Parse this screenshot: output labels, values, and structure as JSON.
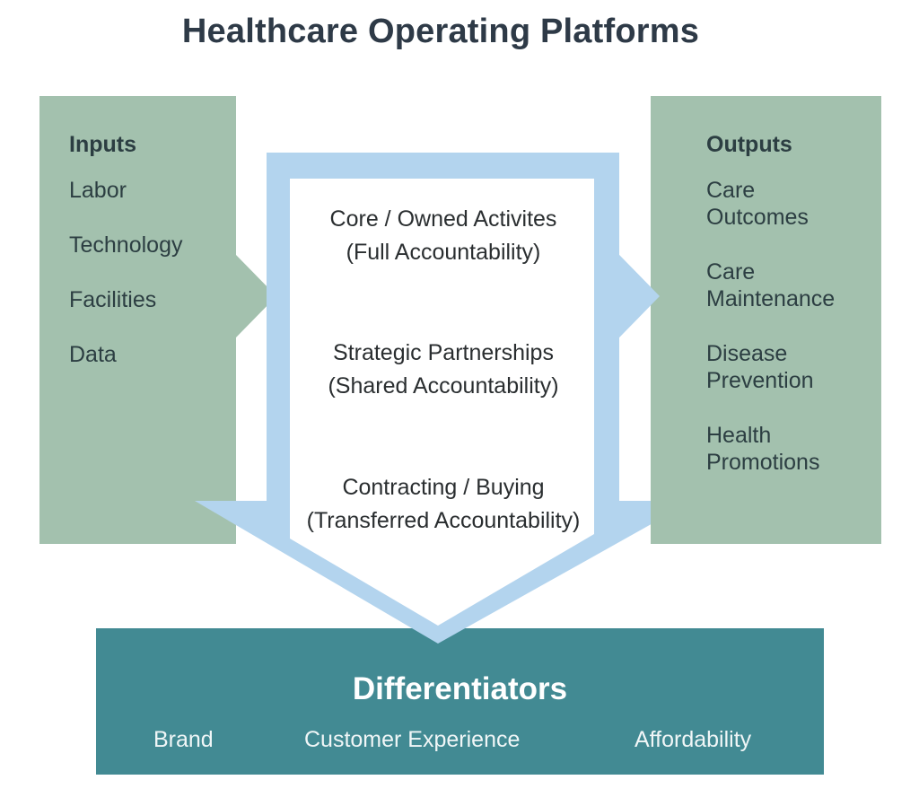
{
  "title": "Healthcare Operating Platforms",
  "colors": {
    "green_panel": "#a3c1ae",
    "blue_arrow": "#b3d4ee",
    "teal_panel": "#428a93",
    "dark_text": "#2c3e42",
    "title_text": "#2e3a47"
  },
  "inputs": {
    "heading": "Inputs",
    "items": [
      "Labor",
      "Technology",
      "Facilities",
      "Data"
    ]
  },
  "center": {
    "items": [
      {
        "line1": "Core / Owned Activites",
        "line2": "(Full Accountability)"
      },
      {
        "line1": "Strategic Partnerships",
        "line2": "(Shared Accountability)"
      },
      {
        "line1": "Contracting / Buying",
        "line2": "(Transferred Accountability)"
      }
    ]
  },
  "outputs": {
    "heading": "Outputs",
    "items": [
      "Care\nOutcomes",
      "Care\nMaintenance",
      "Disease\nPrevention",
      "Health\nPromotions"
    ]
  },
  "differentiators": {
    "heading": "Differentiators",
    "items": [
      "Brand",
      "Customer Experience",
      "Affordability"
    ]
  }
}
